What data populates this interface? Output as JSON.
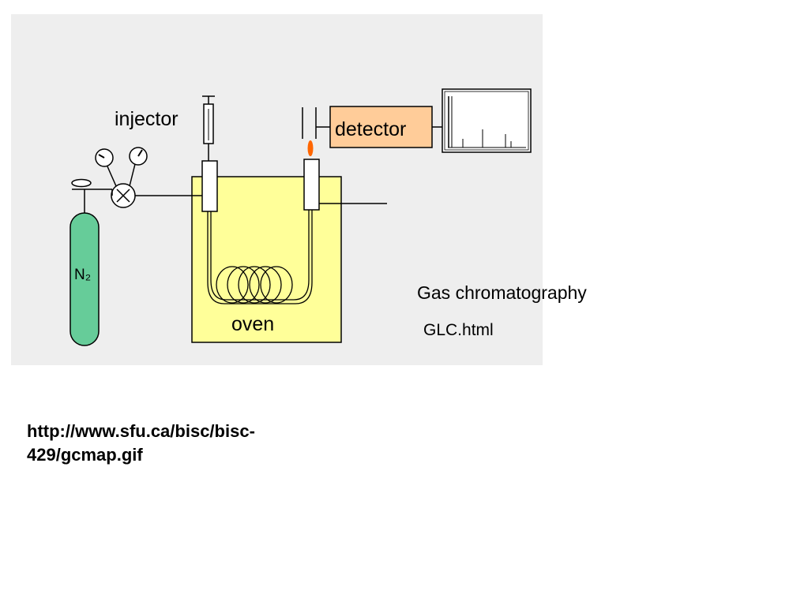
{
  "diagram": {
    "labels": {
      "injector": "injector",
      "detector": "detector",
      "oven": "oven",
      "cylinder": "N₂"
    },
    "colors": {
      "panel_background": "#eeeeee",
      "oven_fill": "#ffff99",
      "detector_fill": "#ffcc99",
      "cylinder_fill": "#66cc99",
      "flame": "#ff6600",
      "chromatogram_background": "#ffffff"
    }
  },
  "caption": {
    "title": "Gas chromatography",
    "file": "GLC.html"
  },
  "source": {
    "url": "http://www.sfu.ca/bisc/bisc-429/gcmap.gif"
  }
}
